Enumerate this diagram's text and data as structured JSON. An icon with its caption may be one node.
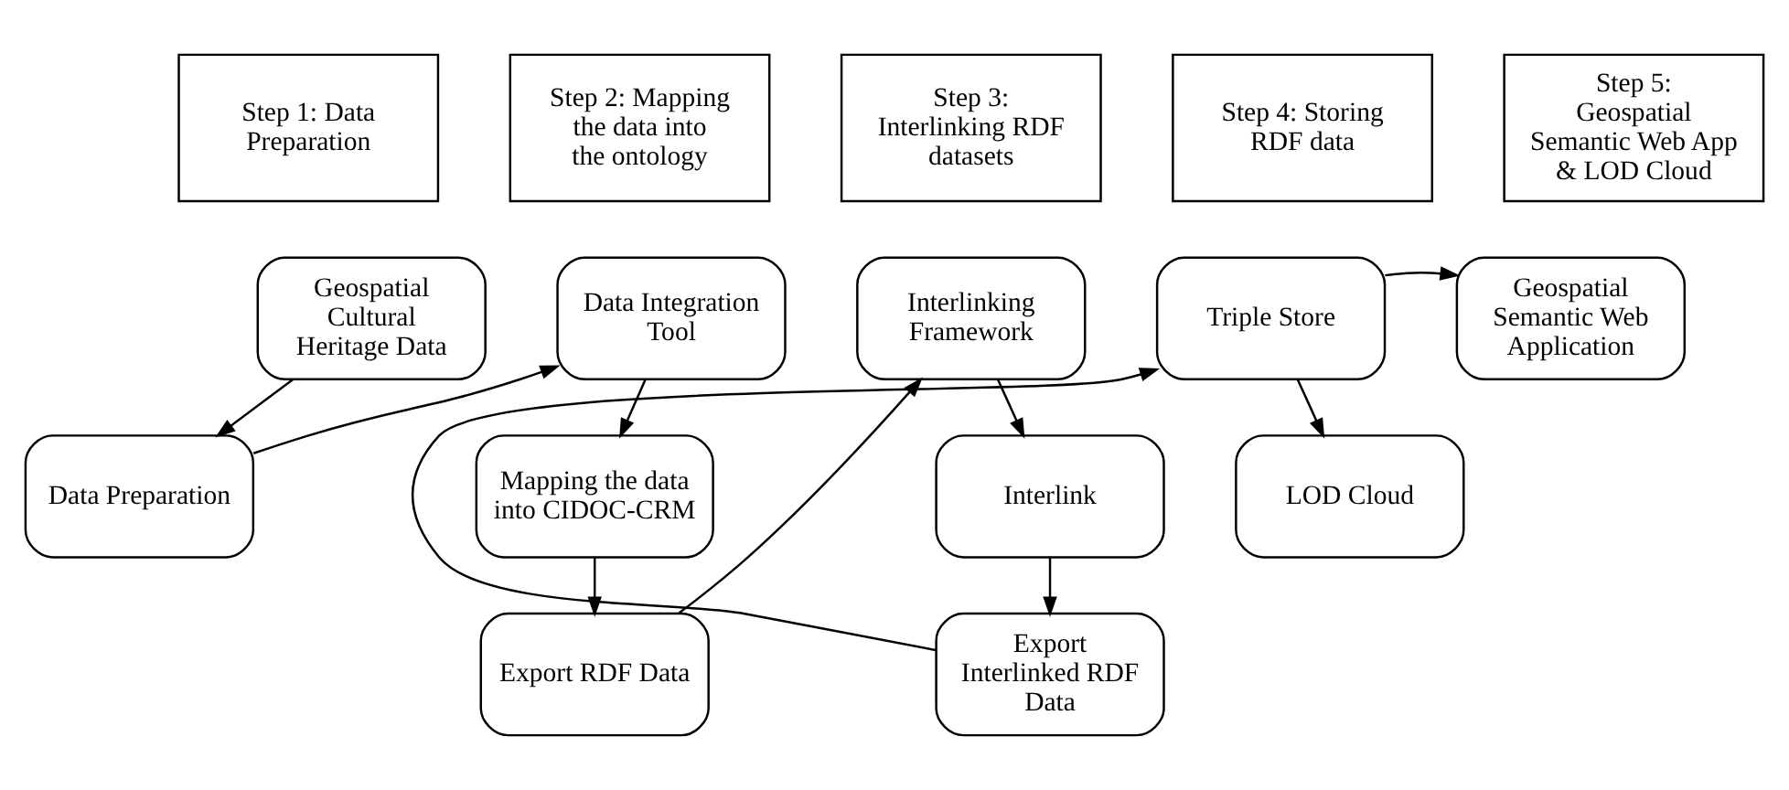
{
  "diagram": {
    "nodes": [
      {
        "text": [
          "Step 1: Data Preparation"
        ]
      },
      {
        "text": [
          "Geospatial Cultural Heritage Data"
        ]
      },
      {
        "text": [
          "Data Preparation"
        ]
      },
      {
        "text": [
          "Step 2: Mapping the data into the ontology"
        ]
      },
      {
        "text": [
          "Data Integration Tool"
        ]
      },
      {
        "text": [
          "Mapping the data into CIDOC-CRM"
        ]
      },
      {
        "text": [
          "Export RDF Data"
        ]
      },
      {
        "text": [
          "Step 3: Interlinking RDF datasets"
        ]
      },
      {
        "text": [
          "Interlinking Framework"
        ]
      },
      {
        "text": [
          "Interlink"
        ]
      },
      {
        "text": [
          "Export Interlinked RDF Data"
        ]
      },
      {
        "text": [
          "Step 4: Storing RDF data"
        ]
      },
      {
        "text": [
          "Triple Store"
        ]
      },
      {
        "text": [
          "Step 5: Geospatial Semantic Web App & LOD Cloud"
        ]
      },
      {
        "text": [
          "Geospatial Semantic Web Application"
        ]
      },
      {
        "text": [
          "LOD Cloud"
        ]
      }
    ],
    "edges": [
      {
        "from": 1,
        "to": 2,
        "arrow": "to"
      },
      {
        "from": 2,
        "to": 4,
        "arrow": "to"
      },
      {
        "from": 4,
        "to": 5,
        "arrow": "to"
      },
      {
        "from": 5,
        "to": 6,
        "arrow": "to"
      },
      {
        "from": 6,
        "to": 8,
        "arrow": "to"
      },
      {
        "from": 8,
        "to": 9,
        "arrow": "to"
      },
      {
        "from": 9,
        "to": 10,
        "arrow": "to"
      },
      {
        "from": 10,
        "to": 12,
        "arrow": "to"
      },
      {
        "from": 12,
        "to": 14,
        "arrow": "to"
      },
      {
        "from": 12,
        "to": 15,
        "arrow": "to"
      }
    ]
  }
}
